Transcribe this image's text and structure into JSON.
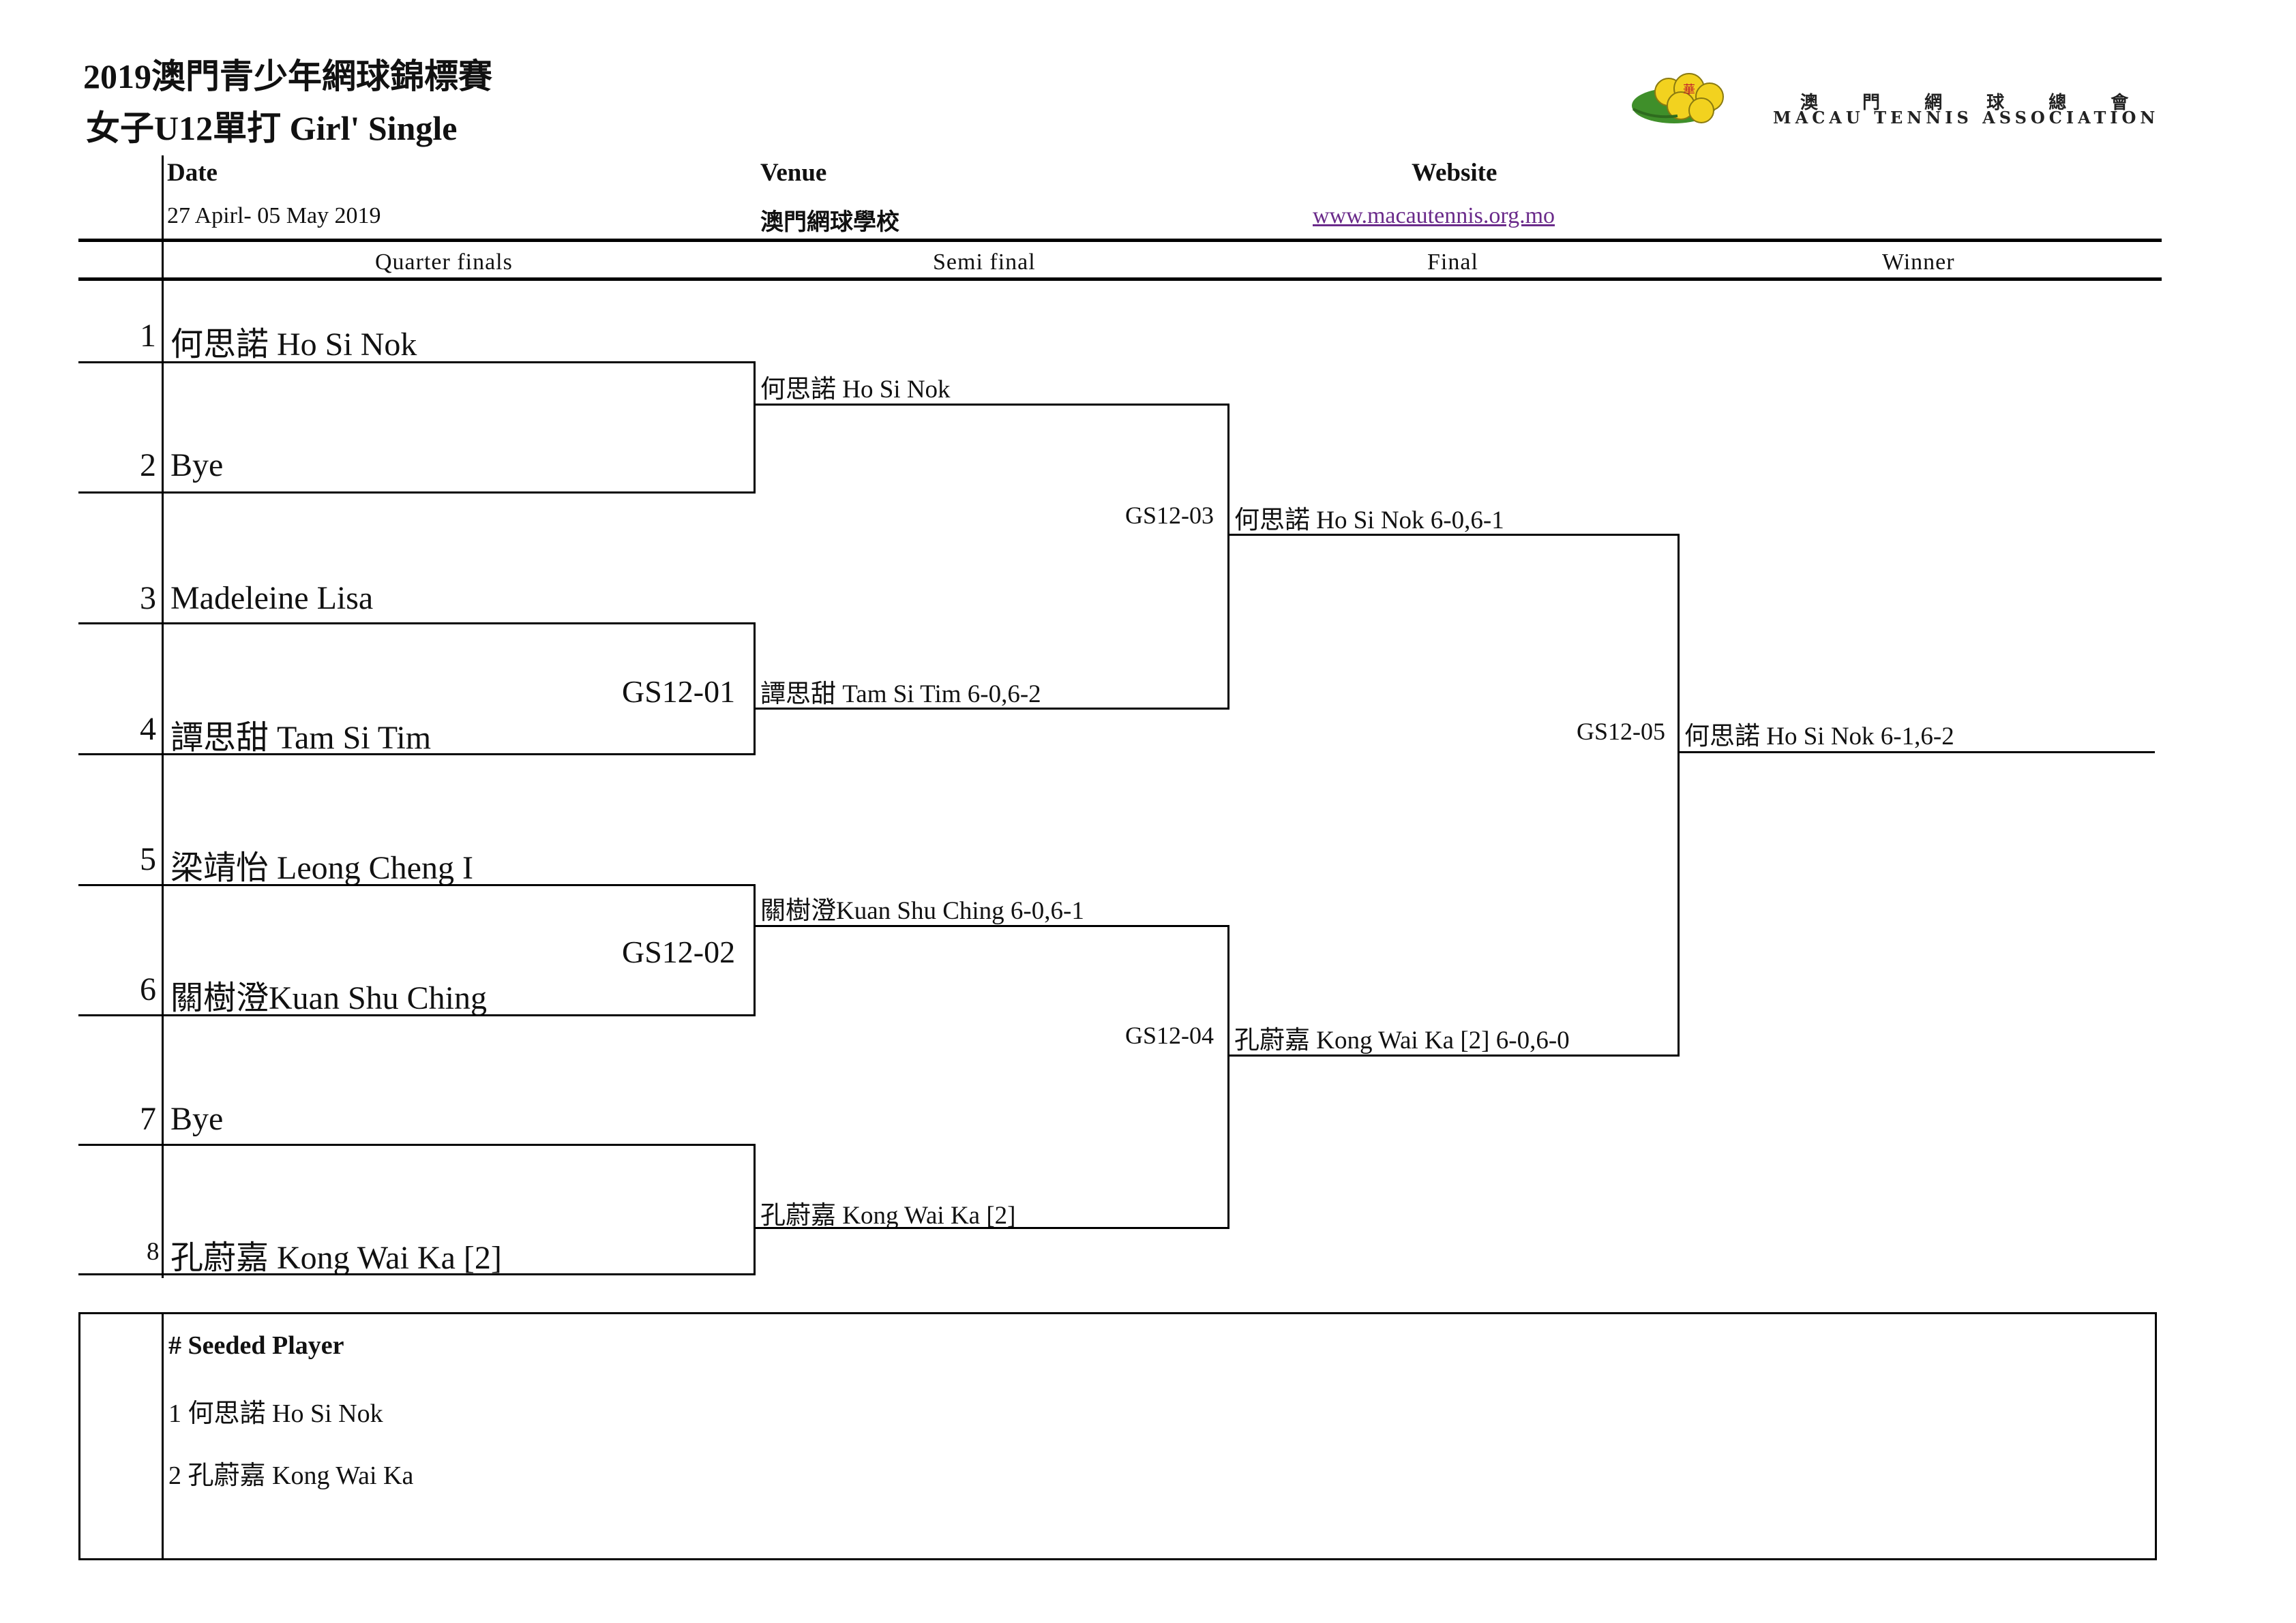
{
  "header": {
    "title_line1": "2019澳門青少年網球錦標賽",
    "title_line2": "女子U12單打 Girl' Single",
    "date_label": "Date",
    "date_value": "27 Apirl- 05 May 2019",
    "venue_label": "Venue",
    "venue_value": "澳門網球學校",
    "website_label": "Website",
    "website_value": "www.macautennis.org.mo"
  },
  "logo": {
    "chinese": "澳 門 網 球 總 會",
    "english": "MACAU TENNIS ASSOCIATION",
    "emblem_text": "華",
    "colors": {
      "ball": "#f2d21f",
      "leaf": "#3f8f2a",
      "accent": "#c2202c"
    }
  },
  "rounds": [
    "Quarter finals",
    "Semi final",
    "Final",
    "Winner"
  ],
  "draw": [
    {
      "no": "1",
      "name": "何思諾 Ho Si  Nok"
    },
    {
      "no": "2",
      "name": "Bye"
    },
    {
      "no": "3",
      "name": "Madeleine Lisa"
    },
    {
      "no": "4",
      "name": "譚思甜 Tam Si Tim"
    },
    {
      "no": "5",
      "name": "梁靖怡 Leong Cheng I"
    },
    {
      "no": "6",
      "name": "關樹澄Kuan Shu Ching"
    },
    {
      "no": "7",
      "name": "Bye"
    },
    {
      "no": "8",
      "name": "孔蔚嘉 Kong Wai Ka [2]"
    }
  ],
  "matches": {
    "qf_codes": [
      "GS12-01",
      "GS12-02"
    ],
    "sf": [
      "何思諾 Ho Si  Nok",
      "譚思甜 Tam Si Tim 6-0,6-2",
      "關樹澄Kuan Shu Ching 6-0,6-1",
      "孔蔚嘉 Kong Wai Ka [2]"
    ],
    "sf_codes": [
      "GS12-03",
      "GS12-04"
    ],
    "final": [
      "何思諾 Ho Si  Nok 6-0,6-1",
      "孔蔚嘉 Kong Wai Ka [2]  6-0,6-0"
    ],
    "final_code": "GS12-05",
    "winner": "何思諾 Ho Si  Nok  6-1,6-2"
  },
  "seeds": {
    "title": "# Seeded Player",
    "list": [
      "1 何思諾 Ho Si  Nok",
      "2 孔蔚嘉 Kong Wai Ka"
    ]
  }
}
